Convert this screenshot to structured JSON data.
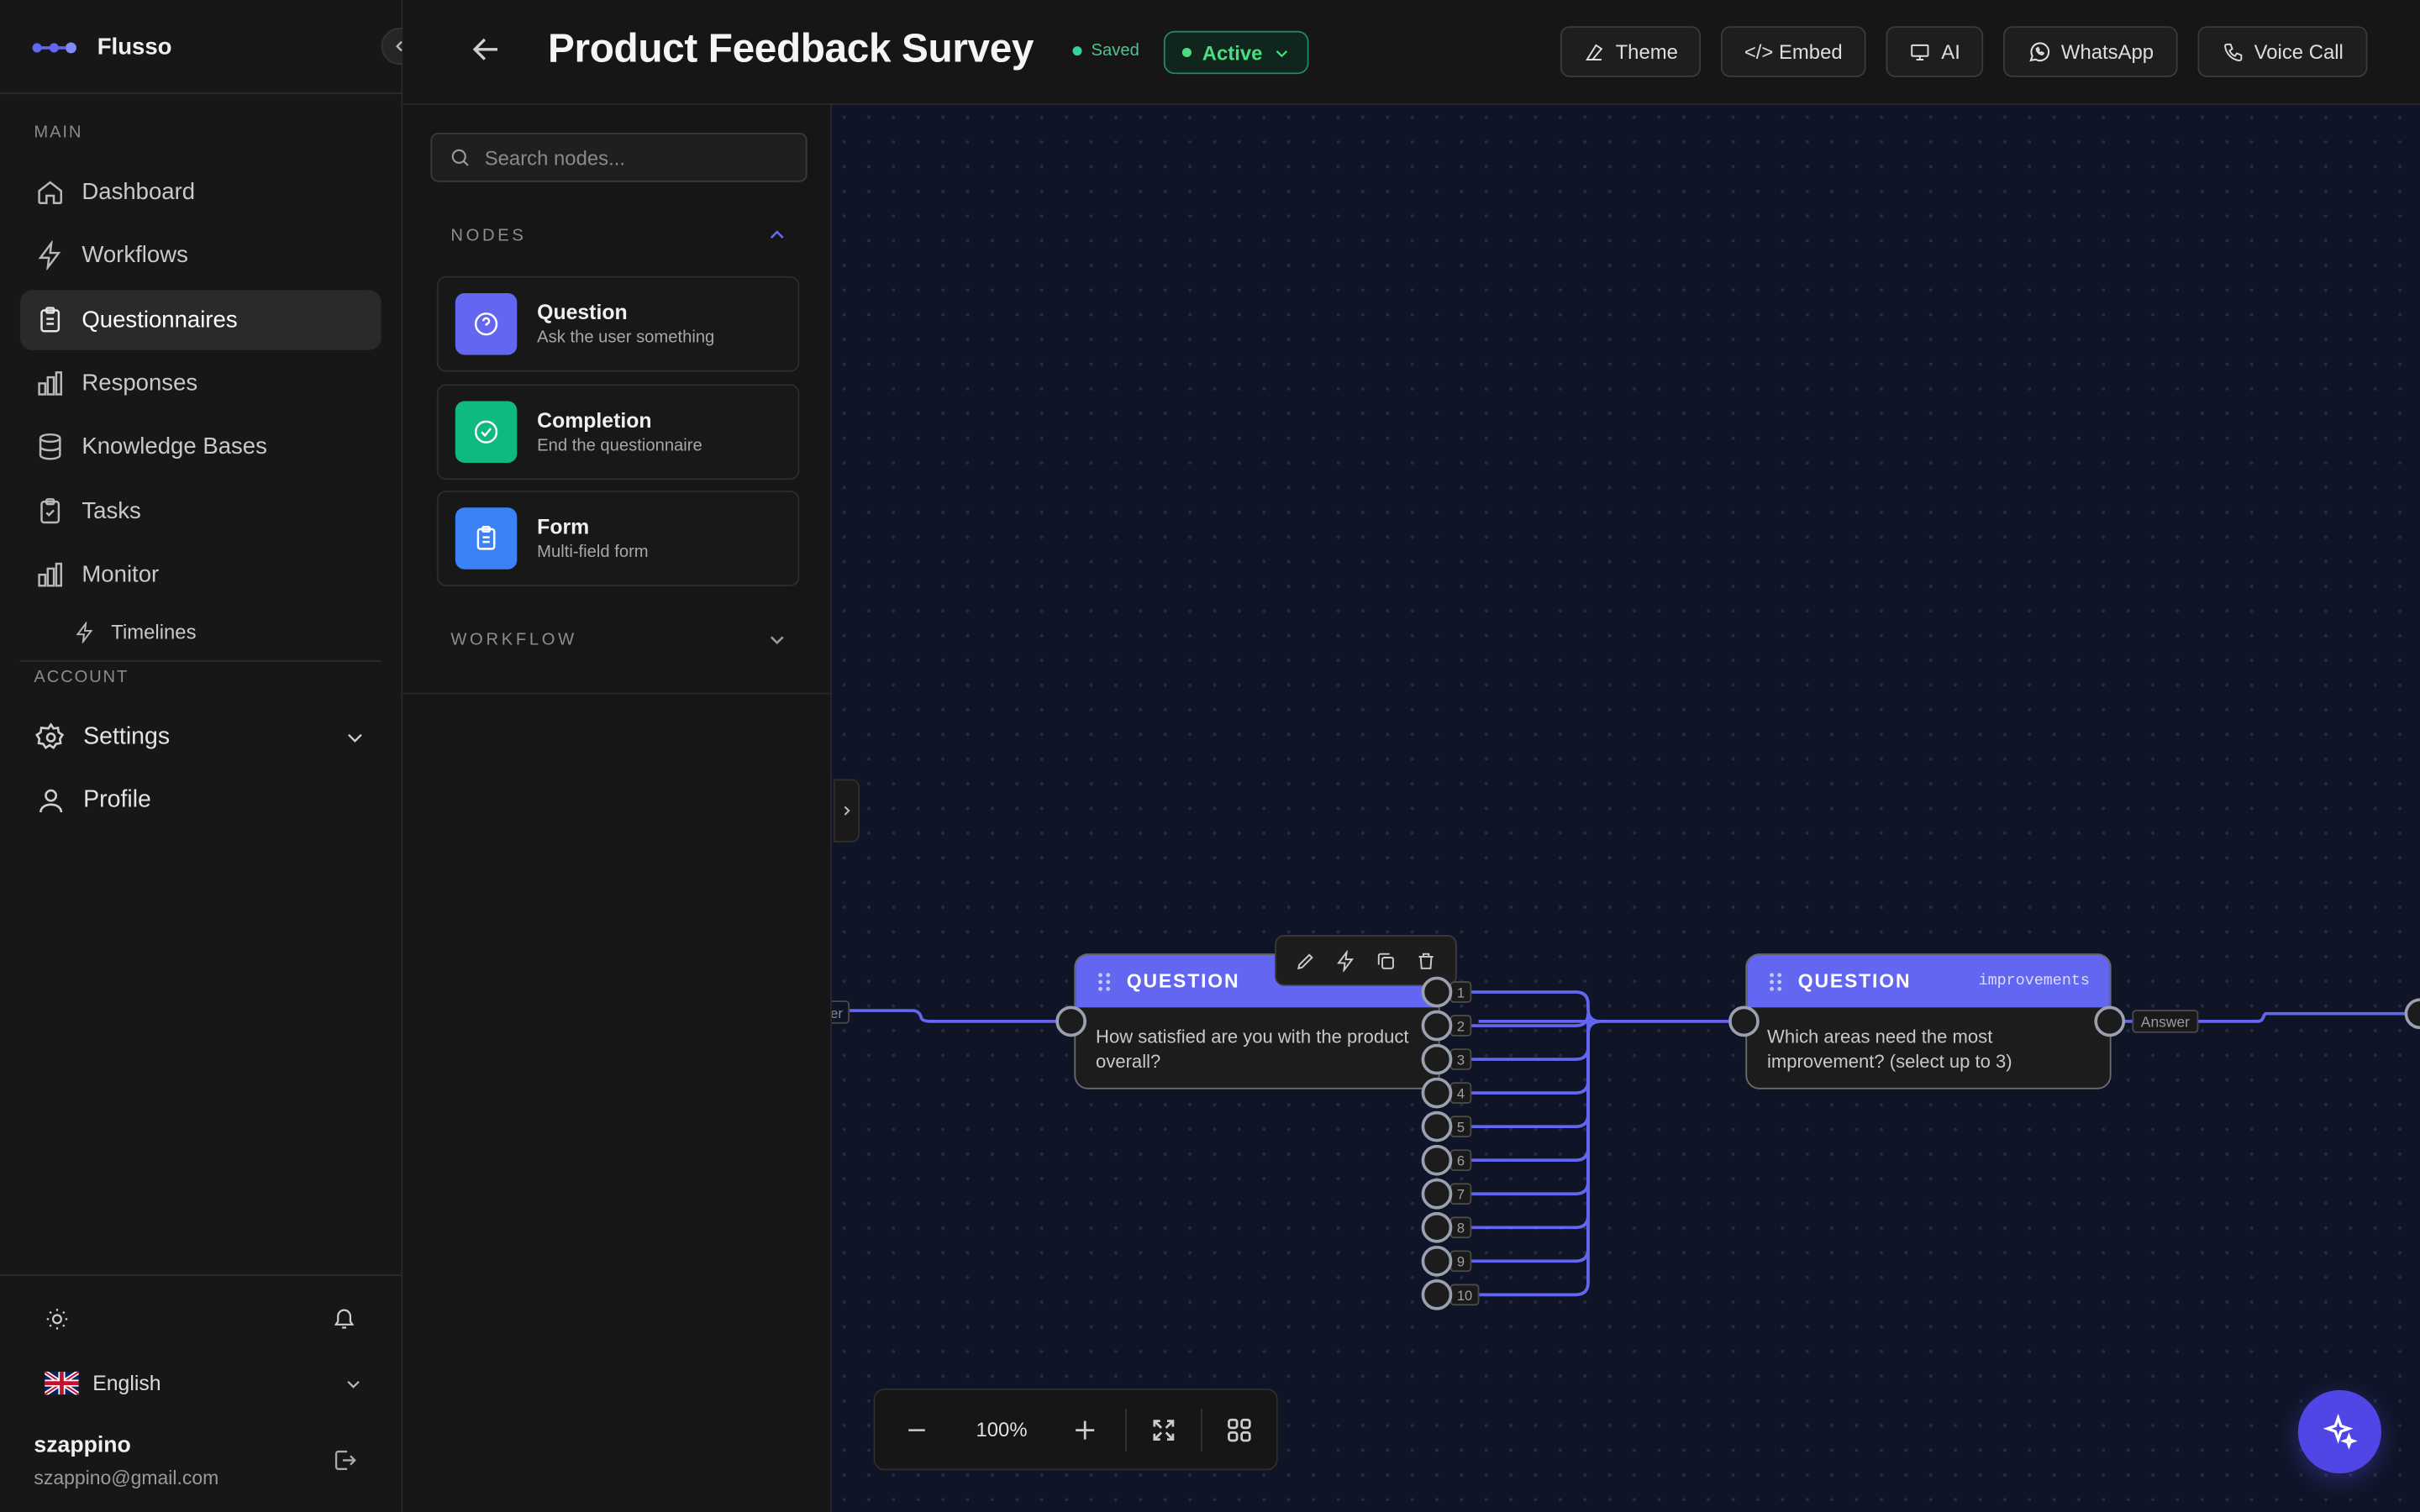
{
  "app": {
    "name": "Flusso"
  },
  "sidebar": {
    "main_label": "MAIN",
    "account_label": "ACCOUNT",
    "items": [
      {
        "label": "Dashboard",
        "icon": "home-icon"
      },
      {
        "label": "Workflows",
        "icon": "lightning-icon"
      },
      {
        "label": "Questionnaires",
        "icon": "clipboard-icon",
        "active": true
      },
      {
        "label": "Responses",
        "icon": "bar-chart-icon"
      },
      {
        "label": "Knowledge Bases",
        "icon": "database-icon"
      },
      {
        "label": "Tasks",
        "icon": "clipboard-check-icon"
      },
      {
        "label": "Monitor",
        "icon": "bar-chart-icon"
      }
    ],
    "sub_items": [
      {
        "label": "Timelines",
        "icon": "lightning-icon"
      }
    ],
    "settings_label": "Settings",
    "profile_label": "Profile",
    "language": "English",
    "user": {
      "name": "szappino",
      "email": "szappino@gmail.com"
    }
  },
  "topbar": {
    "title": "Product Feedback Survey",
    "saved_label": "Saved",
    "status_label": "Active",
    "buttons": [
      {
        "label": "Theme",
        "icon": "palette-icon"
      },
      {
        "label": "</> Embed",
        "icon": ""
      },
      {
        "label": "AI",
        "icon": "monitor-icon"
      },
      {
        "label": "WhatsApp",
        "icon": "whatsapp-icon"
      },
      {
        "label": "Voice Call",
        "icon": "phone-icon"
      }
    ]
  },
  "panel": {
    "search_placeholder": "Search nodes...",
    "nodes_label": "NODES",
    "workflow_label": "WORKFLOW",
    "node_types": [
      {
        "title": "Question",
        "desc": "Ask the user something",
        "color": "#6366f1"
      },
      {
        "title": "Completion",
        "desc": "End the questionnaire",
        "color": "#10b981"
      },
      {
        "title": "Form",
        "desc": "Multi-field form",
        "color": "#3b82f6"
      }
    ]
  },
  "canvas": {
    "edge_label_left": "er",
    "nodes": [
      {
        "type_label": "QUESTION",
        "text": "How satisfied are you with the product overall?",
        "variable": "",
        "outputs": [
          "1",
          "2",
          "3",
          "4",
          "5",
          "6",
          "7",
          "8",
          "9",
          "10"
        ]
      },
      {
        "type_label": "QUESTION",
        "text": "Which areas need the most improvement? (select up to 3)",
        "variable": "improvements",
        "output_label": "Answer"
      }
    ],
    "zoom": "100%"
  },
  "colors": {
    "accent": "#6366f1",
    "active_green": "#4ade80",
    "edge": "#6366f1"
  }
}
